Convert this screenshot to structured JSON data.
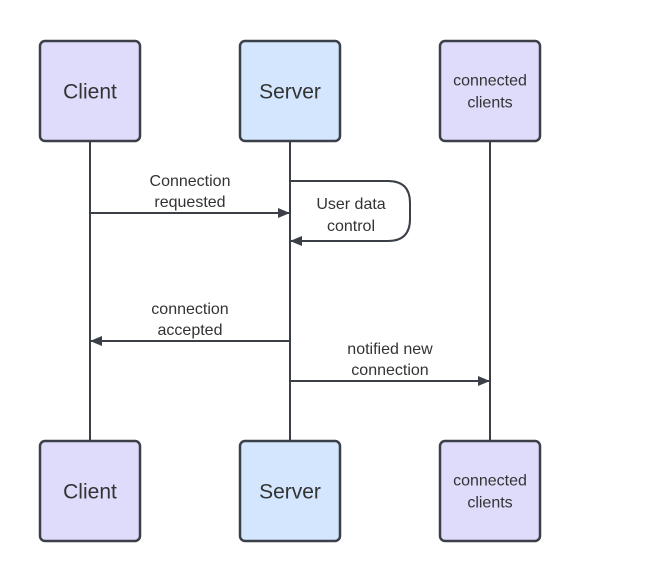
{
  "participants": [
    {
      "id": "client",
      "label_lines": [
        "Client"
      ],
      "fill": "#dfdcfb"
    },
    {
      "id": "server",
      "label_lines": [
        "Server"
      ],
      "fill": "#d3e6fd"
    },
    {
      "id": "connected-clients",
      "label_lines": [
        "connected",
        "clients"
      ],
      "fill": "#dfdcfb"
    }
  ],
  "messages": [
    {
      "id": "connection-requested",
      "from": "client",
      "to": "server",
      "label_lines": [
        "Connection",
        "requested"
      ]
    },
    {
      "id": "user-data-control",
      "from": "server",
      "to": "server",
      "label_lines": [
        "User data",
        "control"
      ]
    },
    {
      "id": "connection-accepted",
      "from": "server",
      "to": "client",
      "label_lines": [
        "connection",
        "accepted"
      ]
    },
    {
      "id": "notified-new-connection",
      "from": "server",
      "to": "connected-clients",
      "label_lines": [
        "notified new",
        "connection"
      ]
    }
  ],
  "colors": {
    "line": "#3b3f48",
    "text": "#333333"
  }
}
